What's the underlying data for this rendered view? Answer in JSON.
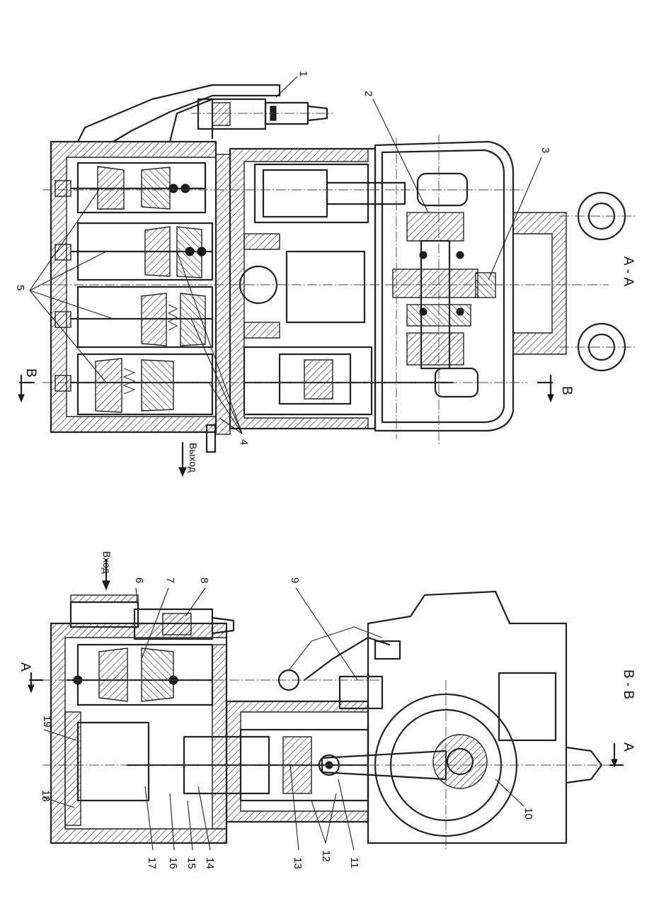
{
  "sections": {
    "aa_title": "А - А",
    "bb_title": "В - В",
    "cut_a": "А",
    "cut_b": "В"
  },
  "flow": {
    "outlet": "Выход",
    "inlet": "Вход"
  },
  "callouts": {
    "c1": "1",
    "c2": "2",
    "c3": "3",
    "c4": "4",
    "c5": "5",
    "c6": "6",
    "c7": "7",
    "c8": "8",
    "c9": "9",
    "c10": "10",
    "c11": "11",
    "c12": "12",
    "c13": "13",
    "c14": "14",
    "c15": "15",
    "c16": "16",
    "c17": "17",
    "c18": "18",
    "c19": "19"
  }
}
